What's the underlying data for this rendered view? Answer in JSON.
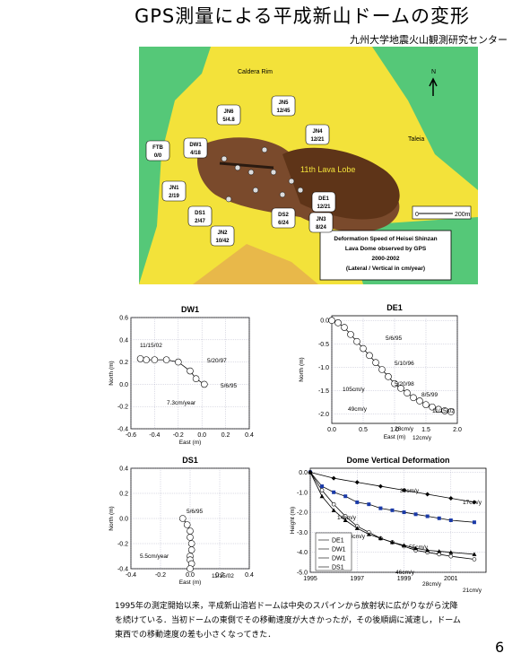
{
  "header": {
    "title": "GPS測量による平成新山ドームの変形",
    "org": "九州大学地震火山観測研究センター"
  },
  "map": {
    "labels": {
      "caldera": "Caldera Rim",
      "tateiwa": "Taleia",
      "lobe": "11th Lava Lobe",
      "north": "N",
      "scale": "200m",
      "scale0": "0"
    },
    "stations": [
      {
        "name": "JN6",
        "val": "5/4.8"
      },
      {
        "name": "JN5",
        "val": "12/45"
      },
      {
        "name": "JN4",
        "val": "12/21"
      },
      {
        "name": "FTB",
        "val": "0/0"
      },
      {
        "name": "DW1",
        "val": "4/18"
      },
      {
        "name": "JN1",
        "val": "2/19"
      },
      {
        "name": "DE1",
        "val": "12/21"
      },
      {
        "name": "DS1",
        "val": "2/47"
      },
      {
        "name": "DS2",
        "val": "6/24"
      },
      {
        "name": "JN3",
        "val": "8/24"
      },
      {
        "name": "JN2",
        "val": "10/42"
      }
    ],
    "legend": {
      "line1": "Deformation Speed of Heisei Shinzan",
      "line2": "Lava Dome observed by GPS",
      "line3": "2000-2002",
      "line4": "(Lateral / Vertical in cm/year)"
    },
    "colors": {
      "sea": "#55c878",
      "yellow": "#f3e23a",
      "dome": "#7a4a2c",
      "lobe": "#5e3418"
    }
  },
  "chart_data": [
    {
      "type": "line",
      "title": "DW1",
      "xlabel": "East (m)",
      "ylabel": "North (m)",
      "xlim": [
        -0.6,
        0.4
      ],
      "ylim": [
        -0.4,
        0.6
      ],
      "xticks": [
        "-0.6",
        "-0.4",
        "-0.2",
        "0.0",
        "0.2",
        "0.4"
      ],
      "yticks": [
        "0.6",
        "0.4",
        "0.2",
        "0.0",
        "-0.2",
        "-0.4"
      ],
      "series": [
        {
          "x": [
            0.02,
            -0.05,
            -0.1,
            -0.2,
            -0.3,
            -0.4,
            -0.47,
            -0.52
          ],
          "y": [
            0.0,
            0.05,
            0.12,
            0.2,
            0.22,
            0.22,
            0.22,
            0.23
          ]
        }
      ],
      "annotations": [
        "11/15/02",
        "5/20/97",
        "5/6/95",
        "7.3cm/year"
      ]
    },
    {
      "type": "line",
      "title": "DE1",
      "xlabel": "East (m)",
      "ylabel": "North (m)",
      "xlim": [
        0,
        2
      ],
      "ylim": [
        -2.2,
        0.1
      ],
      "xticks": [
        "0.0",
        "0.5",
        "1.0",
        "1.5",
        "2.0"
      ],
      "yticks": [
        "0.0",
        "-0.5",
        "-1.0",
        "-1.5",
        "-2.0"
      ],
      "series": [
        {
          "x": [
            0.0,
            0.1,
            0.2,
            0.3,
            0.4,
            0.5,
            0.6,
            0.7,
            0.8,
            0.9,
            1.0,
            1.1,
            1.2,
            1.3,
            1.4,
            1.5,
            1.6,
            1.7,
            1.8,
            1.9
          ],
          "y": [
            0.0,
            -0.05,
            -0.15,
            -0.3,
            -0.45,
            -0.6,
            -0.75,
            -0.9,
            -1.05,
            -1.2,
            -1.35,
            -1.45,
            -1.55,
            -1.65,
            -1.72,
            -1.8,
            -1.85,
            -1.9,
            -1.93,
            -1.95
          ]
        }
      ],
      "annotations": [
        "5/6/95",
        "5/10/96",
        "5/20/98",
        "8/5/99",
        "11/15/02",
        "105cm/y",
        "49cm/y",
        "28cm/y",
        "12cm/y"
      ]
    },
    {
      "type": "line",
      "title": "DS1",
      "xlabel": "East (m)",
      "ylabel": "North (m)",
      "xlim": [
        -0.4,
        0.4
      ],
      "ylim": [
        -0.4,
        0.4
      ],
      "xticks": [
        "-0.4",
        "-0.2",
        "0.0",
        "0.2",
        "0.4"
      ],
      "yticks": [
        "0.4",
        "0.2",
        "0.0",
        "-0.2",
        "-0.4"
      ],
      "series": [
        {
          "x": [
            -0.05,
            -0.02,
            0.0,
            0.0,
            0.01,
            0.01,
            0.0,
            0.0,
            0.01,
            0.0
          ],
          "y": [
            0.0,
            -0.05,
            -0.1,
            -0.15,
            -0.2,
            -0.25,
            -0.3,
            -0.33,
            -0.36,
            -0.4
          ]
        }
      ],
      "annotations": [
        "5/6/95",
        "5.5cm/year",
        "11/15/02"
      ]
    },
    {
      "type": "line",
      "title": "Dome Vertical Deformation",
      "xlabel": "",
      "ylabel": "Height (m)",
      "xlim": [
        1995,
        2002.5
      ],
      "ylim": [
        -5,
        0.2
      ],
      "xticks": [
        "1995",
        "1997",
        "1999",
        "2001"
      ],
      "yticks": [
        "0.0",
        "-1.0",
        "-2.0",
        "-3.0",
        "-4.0",
        "-5.0"
      ],
      "series": [
        {
          "name": "DE1",
          "x": [
            1995,
            1995.5,
            1996,
            1996.5,
            1997,
            1997.5,
            1998,
            1998.5,
            1999,
            1999.5,
            2000,
            2000.5,
            2001,
            2002
          ],
          "y": [
            0,
            -0.9,
            -1.6,
            -2.2,
            -2.7,
            -3.0,
            -3.3,
            -3.5,
            -3.7,
            -3.9,
            -4.0,
            -4.1,
            -4.2,
            -4.35
          ]
        },
        {
          "name": "DW1",
          "x": [
            1995,
            1995.5,
            1996,
            1996.5,
            1997,
            1997.5,
            1998,
            1998.5,
            1999,
            1999.5,
            2000,
            2000.5,
            2001,
            2002
          ],
          "y": [
            0,
            -0.7,
            -1.0,
            -1.2,
            -1.5,
            -1.6,
            -1.8,
            -1.9,
            -2.0,
            -2.1,
            -2.2,
            -2.3,
            -2.4,
            -2.5
          ]
        },
        {
          "name": "DW1",
          "x": [
            1995,
            1996,
            1997,
            1998,
            1999,
            2000,
            2001,
            2002
          ],
          "y": [
            0,
            -0.3,
            -0.5,
            -0.7,
            -0.9,
            -1.1,
            -1.3,
            -1.5
          ]
        },
        {
          "name": "DS1",
          "x": [
            1995,
            1995.5,
            1996,
            1996.5,
            1997,
            1997.5,
            1998,
            1998.5,
            1999,
            1999.5,
            2000,
            2000.5,
            2001,
            2002
          ],
          "y": [
            0,
            -1.2,
            -1.9,
            -2.4,
            -2.8,
            -3.1,
            -3.3,
            -3.5,
            -3.65,
            -3.8,
            -3.9,
            -3.95,
            -4.0,
            -4.1
          ]
        }
      ],
      "annotations": [
        "30cm/y",
        "17cm/y",
        "14cm/y",
        "88cm/y",
        "55cm/y",
        "46cm/y",
        "28cm/y",
        "21cm/y"
      ]
    }
  ],
  "body": {
    "line1": "1995年の測定開始以来，平成新山溶岩ドームは中央のスパインから放射状に広がりながら沈降",
    "line2": "を続けている．当初ドームの東側でその移動速度が大きかったが，その後順調に減速し，ドーム",
    "line3": "東西での移動速度の差も小さくなってきた．"
  },
  "page": {
    "number": "6"
  }
}
